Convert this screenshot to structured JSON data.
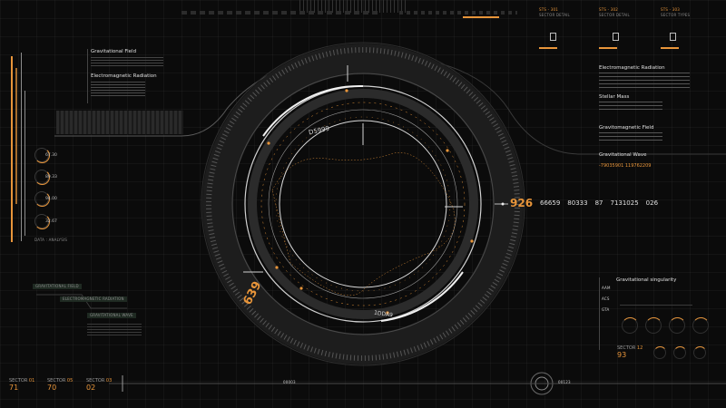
{
  "left_panel": {
    "gauges": [
      {
        "value": "67.30"
      },
      {
        "value": "89.33"
      },
      {
        "value": "94.00"
      },
      {
        "value": "32.67"
      }
    ],
    "gauge_footer": "DATA : ANALYSIS"
  },
  "info_panel": {
    "title": "Gravitational Field",
    "subtitle": "Electromagnetic Radiation"
  },
  "bottom_left_labels": [
    "GRAVITATIONAL FIELD",
    "ELECTROMAGNETIC RADIATION",
    "GRAVITATIONAL WAVE"
  ],
  "sectors_bottom": [
    {
      "label": "SECTOR",
      "code": "01",
      "value": "71"
    },
    {
      "label": "SECTOR",
      "code": "05",
      "value": "70"
    },
    {
      "label": "SECTOR",
      "code": "03",
      "value": "02"
    }
  ],
  "ring": {
    "left_value": "639",
    "right_value": "926",
    "top_code": "D5999",
    "bottom_code": "1DDA9",
    "right_codes": [
      "66659",
      "80333",
      "87",
      "7131025",
      "026"
    ]
  },
  "top_right_cards": [
    {
      "title": "STS - 301",
      "sub": "SECTOR DETAIL"
    },
    {
      "title": "STS - 302",
      "sub": "SECTOR DETAIL"
    },
    {
      "title": "STS - 303",
      "sub": "SECTOR TYPES"
    }
  ],
  "right_panel": {
    "items": [
      {
        "title": "Electromagnetic Radiation"
      },
      {
        "title": "Stellar Mass"
      },
      {
        "title": "Gravitomagnetic Field"
      },
      {
        "title": "Gravitational Wave"
      }
    ],
    "wave_value": "-79035901 119762209"
  },
  "singularity": {
    "title": "Gravitational singularity",
    "rows": [
      "AAM",
      "ACS",
      "GTA"
    ],
    "sector_label": "SECTOR",
    "sector_code": "12",
    "sector_value": "93"
  },
  "timeline": {
    "left_code": "00003",
    "right_code": "00123"
  },
  "colors": {
    "accent": "#e8953a",
    "bg": "#0b0b0b",
    "line": "#6a6a6a"
  }
}
